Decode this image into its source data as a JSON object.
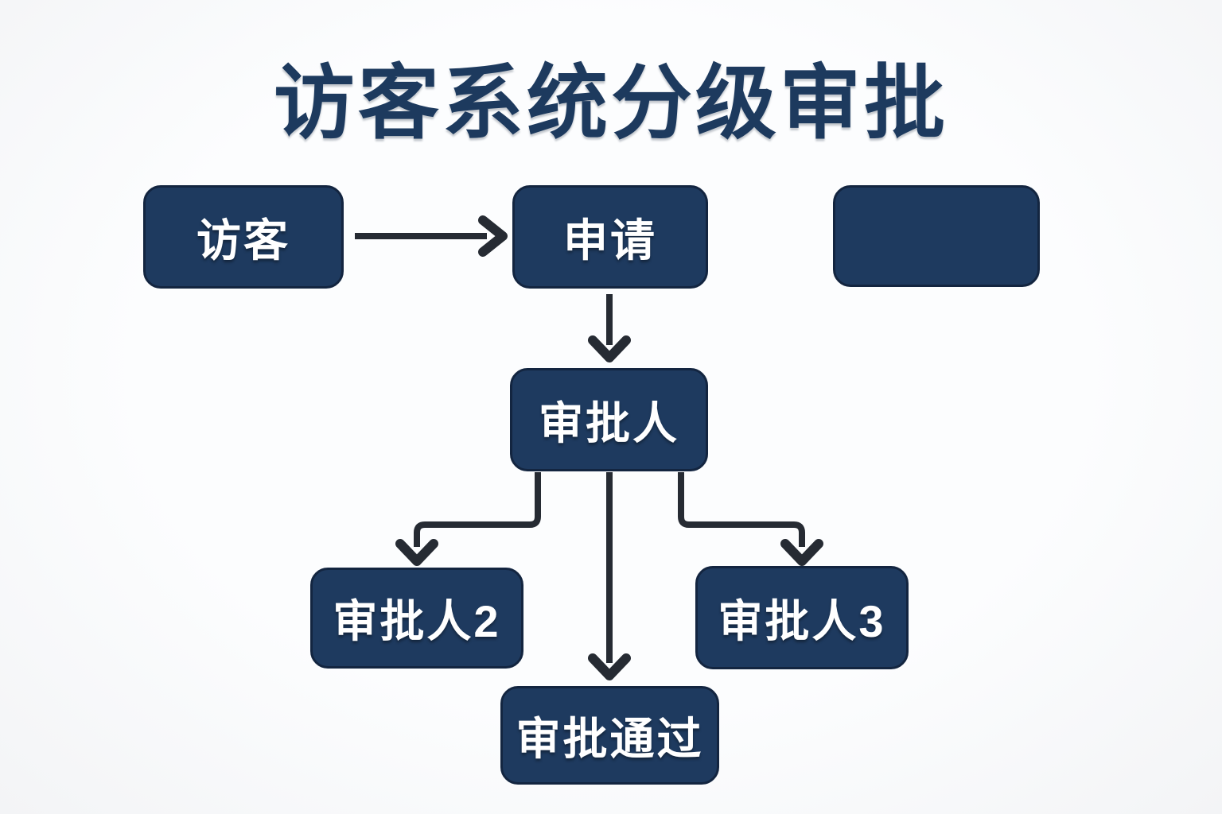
{
  "title": "访客系统分级审批",
  "diagram": {
    "type": "flowchart",
    "nodes": [
      {
        "id": "visitor",
        "label": "访客"
      },
      {
        "id": "application",
        "label": "申请"
      },
      {
        "id": "empty",
        "label": ""
      },
      {
        "id": "approver",
        "label": "审批人"
      },
      {
        "id": "approver2",
        "label": "审批人2"
      },
      {
        "id": "approver3",
        "label": "审批人3"
      },
      {
        "id": "approved",
        "label": "审批通过"
      }
    ],
    "edges": [
      {
        "from": "visitor",
        "to": "application"
      },
      {
        "from": "application",
        "to": "approver"
      },
      {
        "from": "approver",
        "to": "approver2"
      },
      {
        "from": "approver",
        "to": "approved"
      },
      {
        "from": "approver",
        "to": "approver3"
      }
    ],
    "colors": {
      "node_fill": "#1e3a5f",
      "node_border": "#132540",
      "node_text": "#ffffff",
      "arrow": "#262b33",
      "title_text": "#1d3a5e",
      "background": "#f7f8fa"
    }
  }
}
